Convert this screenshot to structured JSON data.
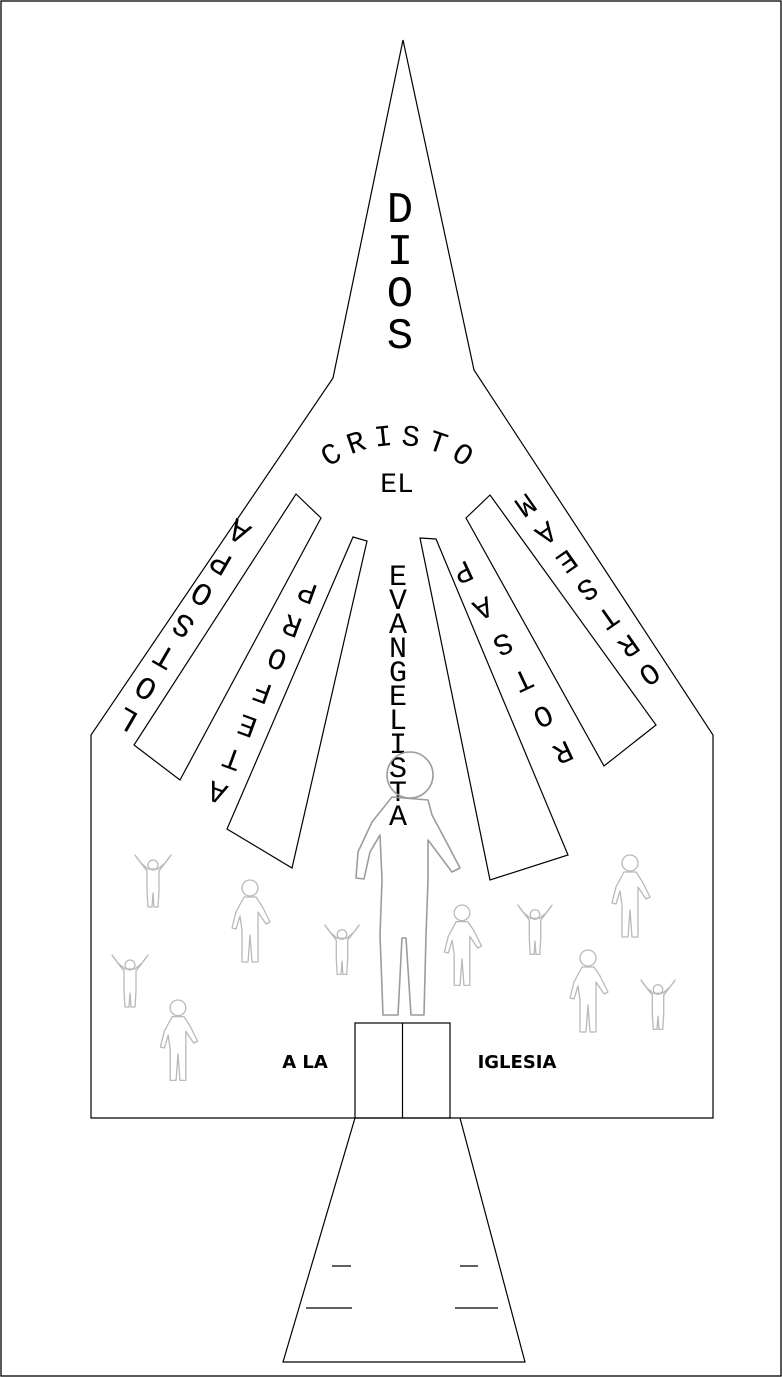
{
  "diagram": {
    "title_vertical": "DIOS",
    "cristo_arc": "CRISTO",
    "el_label": "EL",
    "ministries": [
      {
        "key": "apostol",
        "label": "APOSTOL"
      },
      {
        "key": "profeta",
        "label": "PROFETA"
      },
      {
        "key": "evangelista",
        "label": "EVANGELISTA"
      },
      {
        "key": "pastor",
        "label": "PASTOR"
      },
      {
        "key": "maestro",
        "label": "MAESTRO"
      }
    ],
    "entrance_left": "A LA",
    "entrance_right": "IGLESIA",
    "stroke_color": "#000000",
    "figure_color": "#b9b9b9",
    "background": "#ffffff"
  }
}
